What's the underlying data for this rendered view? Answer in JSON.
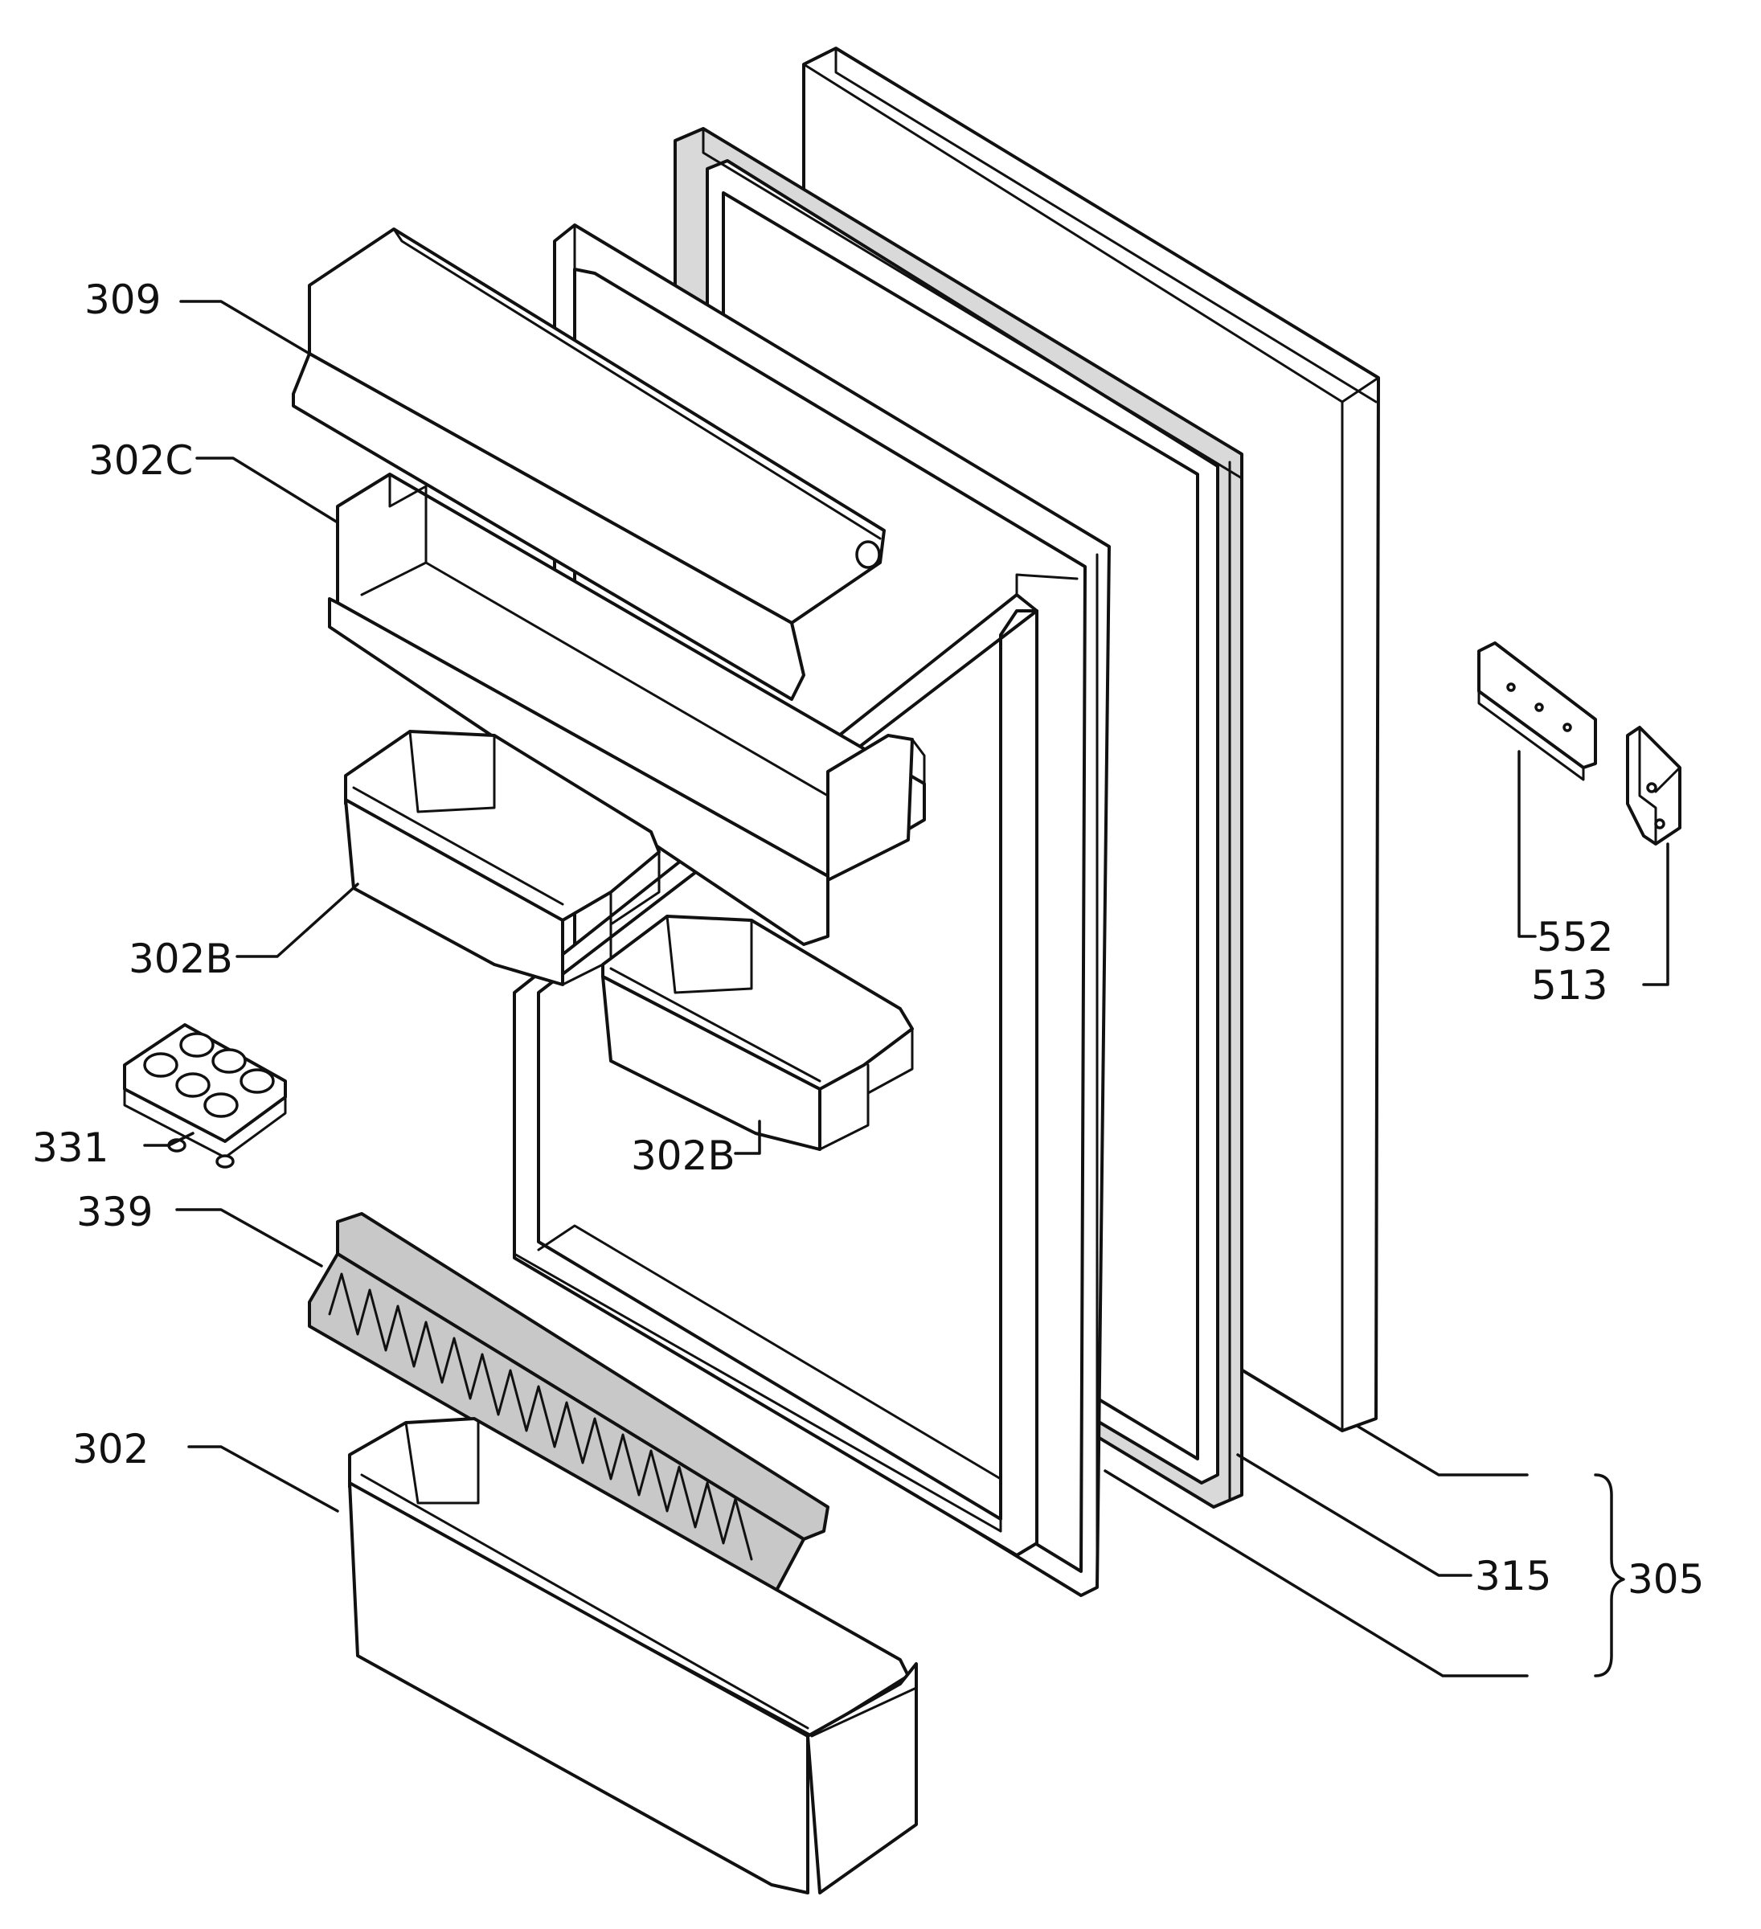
{
  "labels": {
    "p309": "309",
    "p302c": "302C",
    "p302b_upper": "302B",
    "p302b_lower": "302B",
    "p331": "331",
    "p339": "339",
    "p302": "302",
    "p552": "552",
    "p513": "513",
    "p315": "315",
    "p305": "305"
  },
  "colors": {
    "line": "#111111",
    "background": "#ffffff",
    "foam": "#c8c8c8"
  }
}
